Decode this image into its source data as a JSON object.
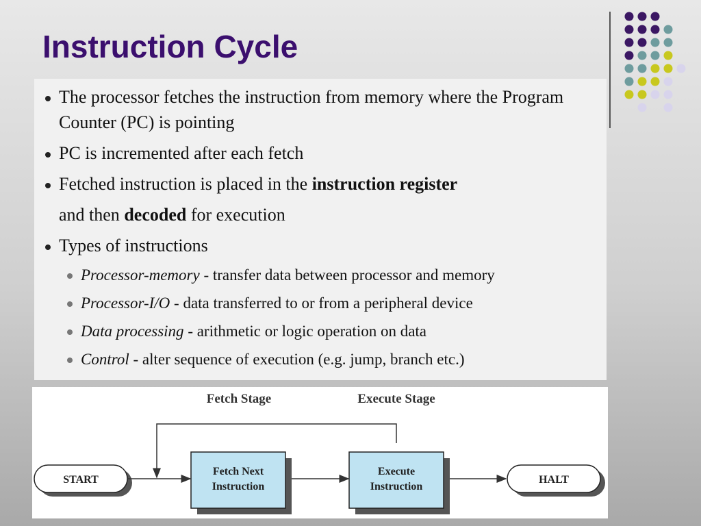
{
  "title": "Instruction Cycle",
  "bullets": [
    {
      "text": "The processor fetches the instruction from memory where the Program Counter (PC) is pointing"
    },
    {
      "text": "PC is incremented after each fetch"
    },
    {
      "pre": "Fetched instruction is placed in the ",
      "bold": "instruction register",
      "post": ""
    },
    {
      "pre": "and then ",
      "bold": "decoded",
      "post": " for execution"
    },
    {
      "text": "Types of instructions"
    }
  ],
  "sub_bullets": [
    {
      "term": "Processor-memory",
      "desc": " - transfer data between processor and memory"
    },
    {
      "term": "Processor-I/O",
      "desc": " - data transferred to or from a peripheral device"
    },
    {
      "term": "Data processing",
      "desc": " - arithmetic or logic operation on data"
    },
    {
      "term": "Control",
      "desc": " - alter sequence of execution (e.g. jump, branch etc.)"
    }
  ],
  "diagram": {
    "stage_labels": {
      "fetch": "Fetch Stage",
      "execute": "Execute Stage"
    },
    "nodes": {
      "start": "START",
      "fetch_line1": "Fetch Next",
      "fetch_line2": "Instruction",
      "execute_line1": "Execute",
      "execute_line2": "Instruction",
      "halt": "HALT"
    },
    "colors": {
      "process_box": "#bfe3f2",
      "shadow": "#555555"
    }
  },
  "decoration": {
    "dot_colors": {
      "purple": "#3b1763",
      "teal": "#6e9c9e",
      "yellow": "#c8c81e",
      "lavender": "#d8d4ec"
    }
  }
}
